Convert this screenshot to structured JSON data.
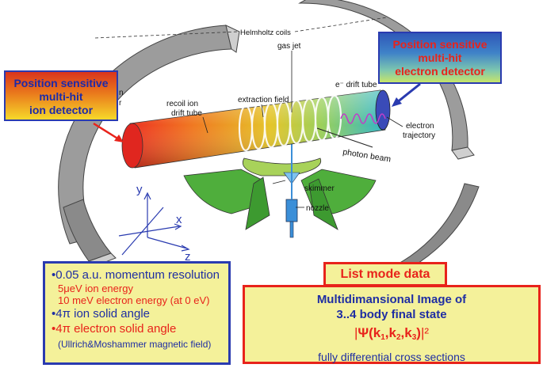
{
  "diagram_labels": {
    "helmholtz": "Helmholtz coils",
    "gas_jet": "gas jet",
    "e_drift": "e⁻ drift tube",
    "recoil1": "recoil ion",
    "recoil2": "drift tube",
    "extraction": "extraction field",
    "electron1": "electron",
    "electron2": "trajectory",
    "photon": "photon beam",
    "skimmer": "skimmer",
    "nozzle": "nozzle",
    "axis_y": "y",
    "axis_x": "x",
    "axis_z": "z",
    "partial1": "n",
    "partial2": "r"
  },
  "ion_detector": {
    "line1": "Position sensitive",
    "line2": "multi-hit",
    "line3": "ion detector"
  },
  "electron_detector": {
    "line1": "Position sensitive",
    "line2": "multi-hit",
    "line3": "electron detector"
  },
  "parameters": [
    {
      "text": "•0.05 a.u. momentum resolution",
      "style": "blue"
    },
    {
      "text": "5μeV ion energy",
      "style": "red"
    },
    {
      "text": "10 meV electron energy (at 0 eV)",
      "style": "red"
    },
    {
      "text": "•4π ion solid angle",
      "style": "blue"
    },
    {
      "text": "•4π electron solid angle",
      "style": "red-big"
    },
    {
      "text": "(Ullrich&Moshammer magnetic field)",
      "style": "small"
    }
  ],
  "list_mode": {
    "title": "List mode data",
    "line1": "Multidimansional Image of",
    "line2": "3..4 body final state",
    "psi_open": "|",
    "psi_main": "Ψ(k",
    "k1": "1",
    "k2": "2",
    "k3": "3",
    "comma": ",k",
    "psi_close": ")",
    "psi_exponent": "|²",
    "cross_sections": "fully differential cross sections"
  },
  "colors": {
    "accent_blue": "#1f2ea3",
    "accent_red": "#e8231b",
    "panel_yellow": "#f4f19a"
  }
}
